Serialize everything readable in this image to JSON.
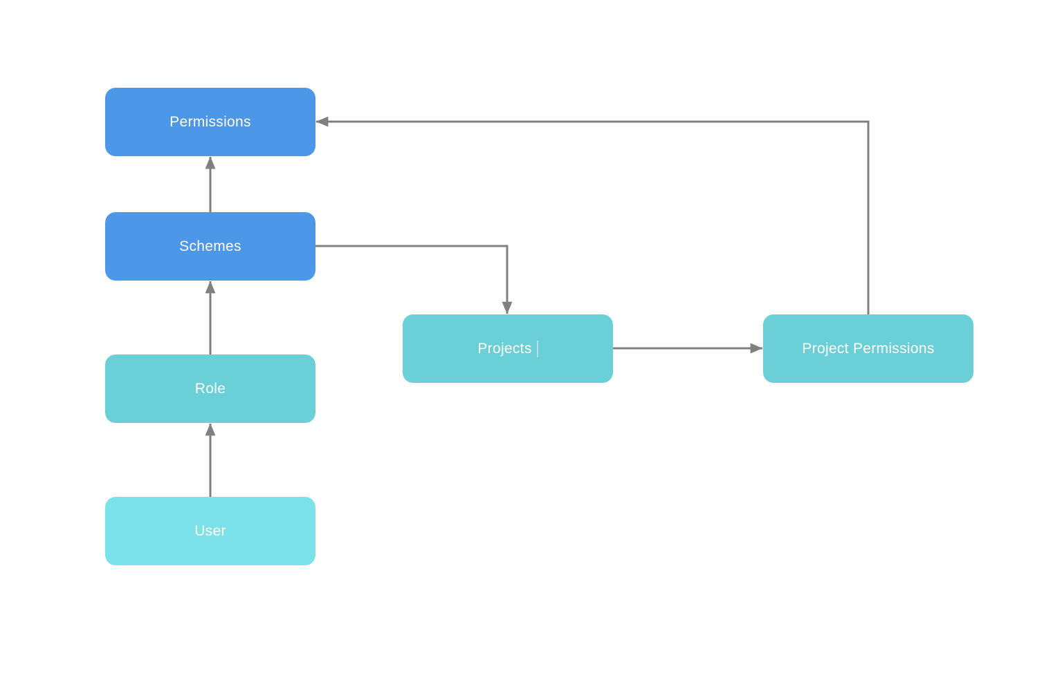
{
  "diagram": {
    "nodes": [
      {
        "id": "permissions",
        "label": "Permissions",
        "color": "#4d97e8"
      },
      {
        "id": "schemes",
        "label": "Schemes",
        "color": "#4d97e8"
      },
      {
        "id": "role",
        "label": "Role",
        "color": "#6bcfd8"
      },
      {
        "id": "user",
        "label": "User",
        "color": "#7ce1e9"
      },
      {
        "id": "projects",
        "label": "Projects",
        "color": "#6bcfd8"
      },
      {
        "id": "project_permissions",
        "label": "Project Permissions",
        "color": "#6bcfd8"
      }
    ],
    "edges": [
      {
        "from": "user",
        "to": "role"
      },
      {
        "from": "role",
        "to": "schemes"
      },
      {
        "from": "schemes",
        "to": "permissions"
      },
      {
        "from": "schemes",
        "to": "projects"
      },
      {
        "from": "projects",
        "to": "project_permissions"
      },
      {
        "from": "project_permissions",
        "to": "permissions"
      }
    ],
    "colors": {
      "arrow": "#808080",
      "text": "#ffffff",
      "background": "#ffffff"
    }
  }
}
